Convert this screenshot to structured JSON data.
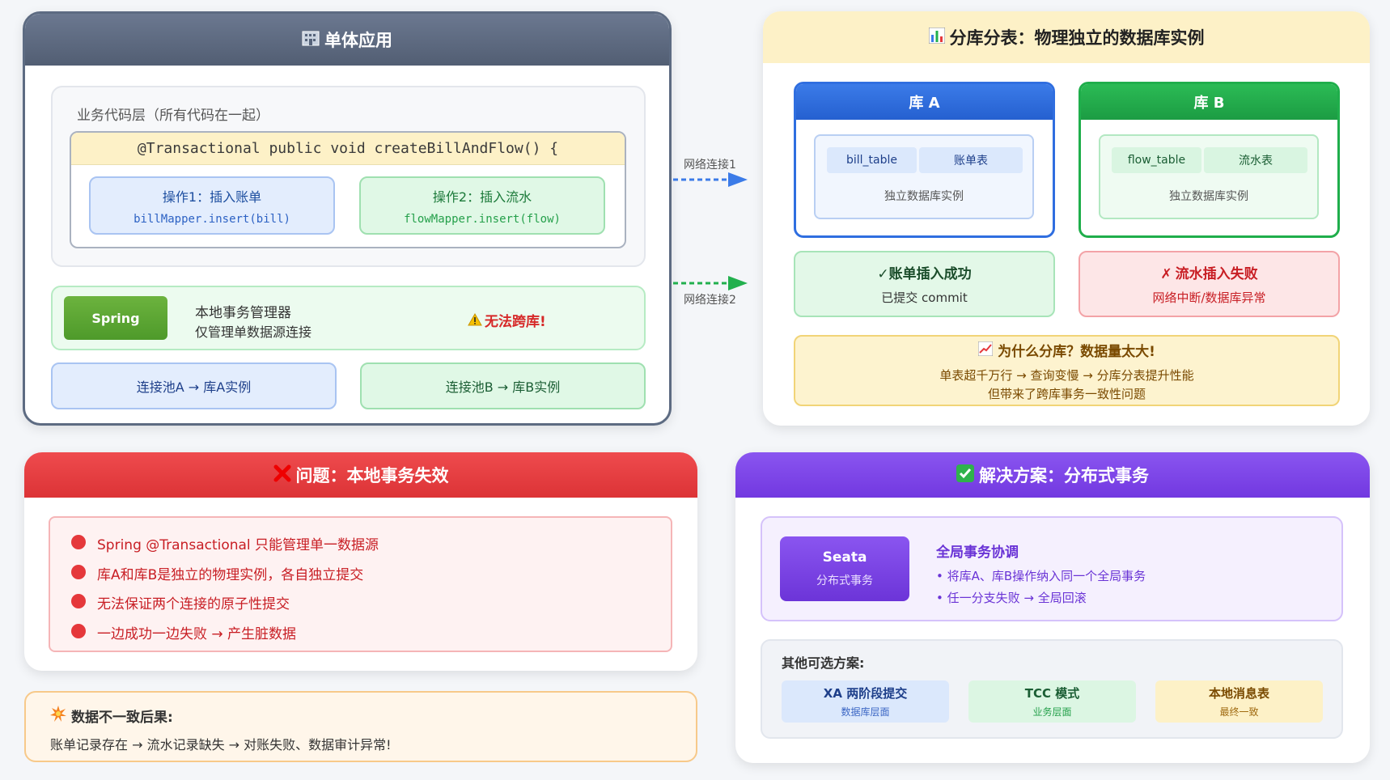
{
  "monolith": {
    "title": "单体应用",
    "code_layer_label": "业务代码层（所有代码在一起）",
    "method_signature": "@Transactional public void createBillAndFlow() {",
    "op1": {
      "title": "操作1：插入账单",
      "code": "billMapper.insert(bill)"
    },
    "op2": {
      "title": "操作2：插入流水",
      "code": "flowMapper.insert(flow)"
    },
    "spring_label": "Spring",
    "tx_manager_line1": "本地事务管理器",
    "tx_manager_line2": "仅管理单数据源连接",
    "no_cross_db": "无法跨库!",
    "pool_a": "连接池A → 库A实例",
    "pool_b": "连接池B → 库B实例"
  },
  "connections": {
    "conn1": "网络连接1",
    "conn2": "网络连接2",
    "conn1_color": "#3b7be8",
    "conn2_color": "#22b04e"
  },
  "sharding": {
    "title": "分库分表：物理独立的数据库实例",
    "db_a": {
      "title": "库 A",
      "table_name": "bill_table",
      "table_desc": "账单表",
      "instance": "独立数据库实例"
    },
    "db_b": {
      "title": "库 B",
      "table_name": "flow_table",
      "table_desc": "流水表",
      "instance": "独立数据库实例"
    },
    "success": {
      "title": "账单插入成功",
      "sub": "已提交 commit",
      "mark": "✓"
    },
    "fail": {
      "title": "流水插入失败",
      "sub": "网络中断/数据库异常",
      "mark": "✗"
    },
    "why": {
      "title": "为什么分库？数据量太大!",
      "line1": "单表超千万行 → 查询变慢 → 分库分表提升性能",
      "line2": "但带来了跨库事务一致性问题"
    }
  },
  "problem": {
    "title": "问题：本地事务失效",
    "items": [
      "Spring @Transactional 只能管理单一数据源",
      "库A和库B是独立的物理实例，各自独立提交",
      "无法保证两个连接的原子性提交",
      "一边成功一边失败 → 产生脏数据"
    ]
  },
  "consequence": {
    "title": "数据不一致后果:",
    "text": "账单记录存在 → 流水记录缺失 → 对账失败、数据审计异常!"
  },
  "solution": {
    "title": "解决方案：分布式事务",
    "seata_title": "Seata",
    "seata_sub": "分布式事务",
    "coord_title": "全局事务协调",
    "coord_line1": "• 将库A、库B操作纳入同一个全局事务",
    "coord_line2": "• 任一分支失败 → 全局回滚",
    "others_label": "其他可选方案:",
    "options": [
      {
        "title": "XA 两阶段提交",
        "sub": "数据库层面"
      },
      {
        "title": "TCC 模式",
        "sub": "业务层面"
      },
      {
        "title": "本地消息表",
        "sub": "最终一致"
      }
    ]
  },
  "icons": {
    "monolith": "building-icon",
    "sharding": "bar-chart-icon",
    "problem": "cross-mark-icon",
    "solution": "check-mark-icon",
    "warning": "warning-icon",
    "why": "trend-chart-icon",
    "consequence": "collision-icon"
  }
}
